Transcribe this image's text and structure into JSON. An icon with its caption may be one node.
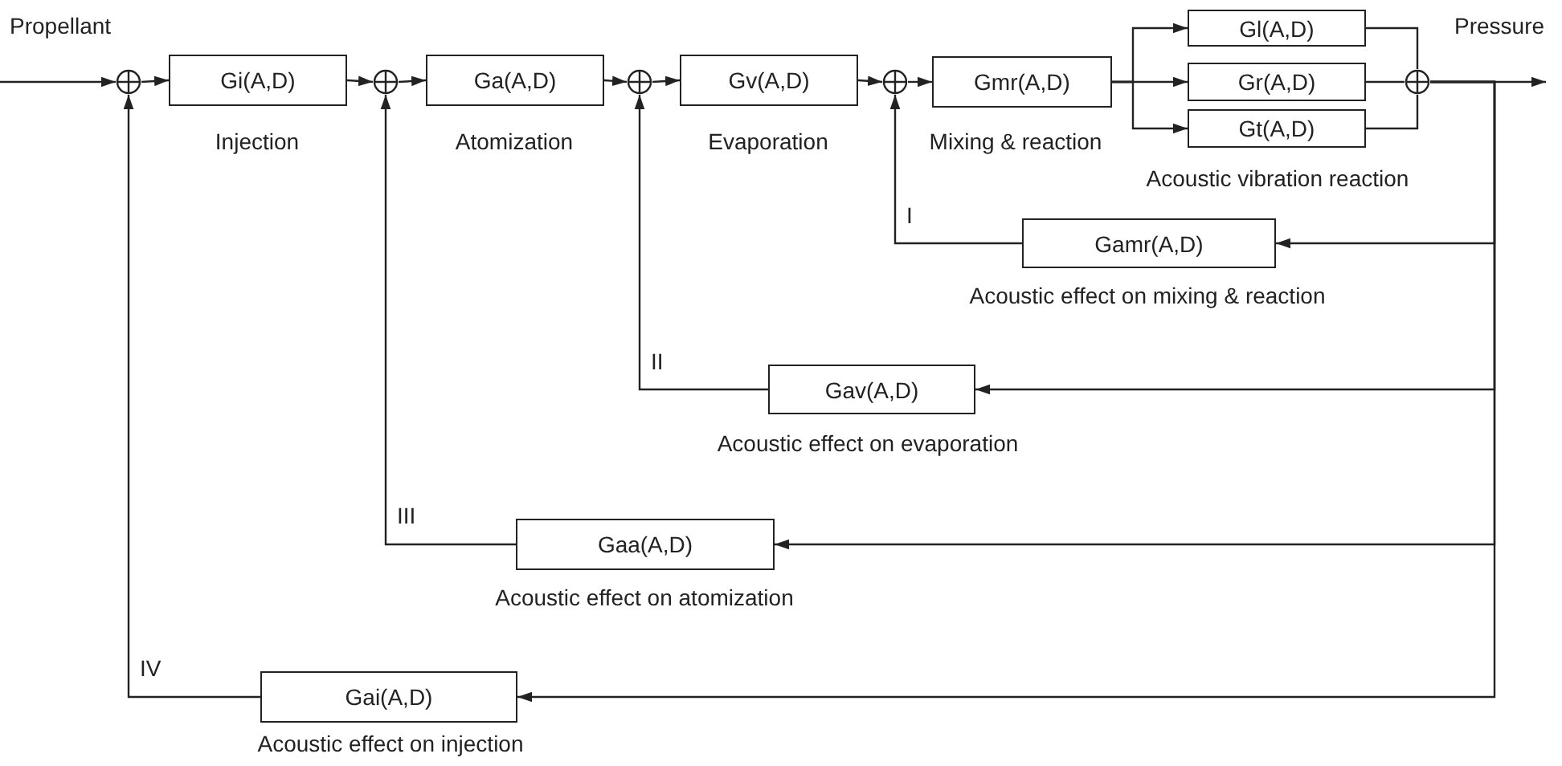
{
  "diagram": {
    "nodes": [
      {
        "text": [],
        "shape": "circle"
      },
      {
        "text": [
          "Gi(A,D)"
        ],
        "beside": [
          "Injection"
        ]
      },
      {
        "text": [],
        "shape": "circle"
      },
      {
        "text": [
          "Ga(A,D)"
        ],
        "beside": [
          "Atomization"
        ]
      },
      {
        "text": [],
        "shape": "circle"
      },
      {
        "text": [
          "Gv(A,D)"
        ],
        "beside": [
          "Evaporation"
        ]
      },
      {
        "text": [],
        "shape": "circle"
      },
      {
        "text": [
          "Gmr(A,D)"
        ],
        "beside": [
          "Mixing & reaction"
        ]
      },
      {
        "text": [
          "Gl(A,D)"
        ]
      },
      {
        "text": [
          "Gr(A,D)"
        ]
      },
      {
        "text": [
          "Gt(A,D)"
        ]
      },
      {
        "text": [],
        "shape": "circle"
      },
      {
        "text": [
          "Gamr(A,D)"
        ],
        "beside": [
          "Acoustic effect on mixing & reaction"
        ]
      },
      {
        "text": [
          "Gav(A,D)"
        ],
        "beside": [
          "Acoustic effect on evaporation"
        ]
      },
      {
        "text": [
          "Gaa(A,D)"
        ],
        "beside": [
          "Acoustic effect on atomization"
        ]
      },
      {
        "text": [
          "Gai(A,D)"
        ],
        "beside": [
          "Acoustic effect on injection"
        ]
      }
    ],
    "edges": [
      {
        "from": null,
        "to": 0,
        "arrow": "to"
      },
      {
        "from": 0,
        "to": 1,
        "arrow": "to"
      },
      {
        "from": 1,
        "to": 2,
        "arrow": "to"
      },
      {
        "from": 2,
        "to": 3,
        "arrow": "to"
      },
      {
        "from": 3,
        "to": 4,
        "arrow": "to"
      },
      {
        "from": 4,
        "to": 5,
        "arrow": "to"
      },
      {
        "from": 5,
        "to": 6,
        "arrow": "to"
      },
      {
        "from": 6,
        "to": 7,
        "arrow": "to"
      },
      {
        "from": 7,
        "to": 8,
        "arrow": "to"
      },
      {
        "from": 7,
        "to": 9,
        "arrow": "to"
      },
      {
        "from": 7,
        "to": 10,
        "arrow": "to"
      },
      {
        "from": 8,
        "to": 11,
        "arrow": "none"
      },
      {
        "from": 9,
        "to": 11,
        "arrow": "none"
      },
      {
        "from": 10,
        "to": 11,
        "arrow": "none"
      },
      {
        "from": 11,
        "to": null,
        "arrow": "to"
      },
      {
        "from": 11,
        "to": 12,
        "arrow": "to"
      },
      {
        "from": 11,
        "to": 13,
        "arrow": "to"
      },
      {
        "from": 11,
        "to": 14,
        "arrow": "to"
      },
      {
        "from": 11,
        "to": 15,
        "arrow": "to"
      },
      {
        "from": 12,
        "to": 6,
        "arrow": "to",
        "label": "I"
      },
      {
        "from": 13,
        "to": 4,
        "arrow": "to",
        "label": "II"
      },
      {
        "from": 14,
        "to": 2,
        "arrow": "to",
        "label": "III"
      },
      {
        "from": 15,
        "to": 0,
        "arrow": "to",
        "label": "IV"
      }
    ],
    "labels": [
      "Propellant",
      "Pressure",
      "Acoustic vibration reaction"
    ]
  }
}
